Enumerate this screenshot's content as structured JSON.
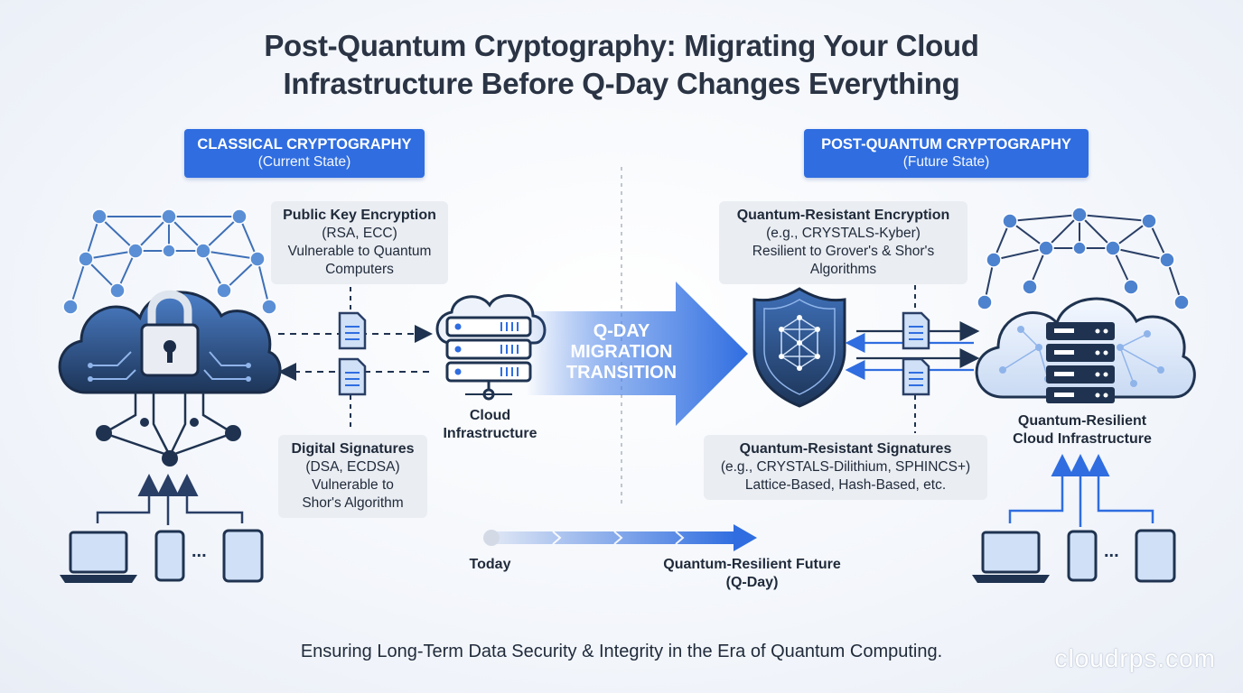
{
  "title_line1": "Post-Quantum Cryptography: Migrating Your Cloud",
  "title_line2": "Infrastructure Before Q-Day Changes Everything",
  "classical": {
    "title": "CLASSICAL CRYPTOGRAPHY",
    "subtitle": "(Current State)"
  },
  "pqc": {
    "title": "POST-QUANTUM CRYPTOGRAPHY",
    "subtitle": "(Future State)"
  },
  "pke": {
    "heading": "Public Key Encryption",
    "algos": "(RSA, ECC)",
    "note1": "Vulnerable to Quantum",
    "note2": "Computers"
  },
  "dsig": {
    "heading": "Digital Signatures",
    "algos": "(DSA, ECDSA)",
    "note1": "Vulnerable to",
    "note2": "Shor's Algorithm"
  },
  "qre": {
    "heading": "Quantum-Resistant Encryption",
    "algos": "(e.g., CRYSTALS-Kyber)",
    "note1": "Resilient to Grover's & Shor's",
    "note2": "Algorithms"
  },
  "qrs": {
    "heading": "Quantum-Resistant Signatures",
    "algos": "(e.g., CRYSTALS-Dilithium, SPHINCS+)",
    "note1": "Lattice-Based, Hash-Based, etc."
  },
  "cloud_label1": "Cloud",
  "cloud_label2": "Infrastructure",
  "qr_cloud_label1": "Quantum-Resilient",
  "qr_cloud_label2": "Cloud Infrastructure",
  "qday_line1": "Q-DAY",
  "qday_line2": "MIGRATION",
  "qday_line3": "TRANSITION",
  "timeline": {
    "start": "Today",
    "end1": "Quantum-Resilient Future",
    "end2": "(Q-Day)"
  },
  "ellipsis": "...",
  "footer": "Ensuring Long-Term Data Security & Integrity in the Era of Quantum Computing.",
  "brand": "cloudrps.com",
  "colors": {
    "accent": "#2f6de0",
    "dark": "#1f3350",
    "node": "#5a8fd6"
  }
}
